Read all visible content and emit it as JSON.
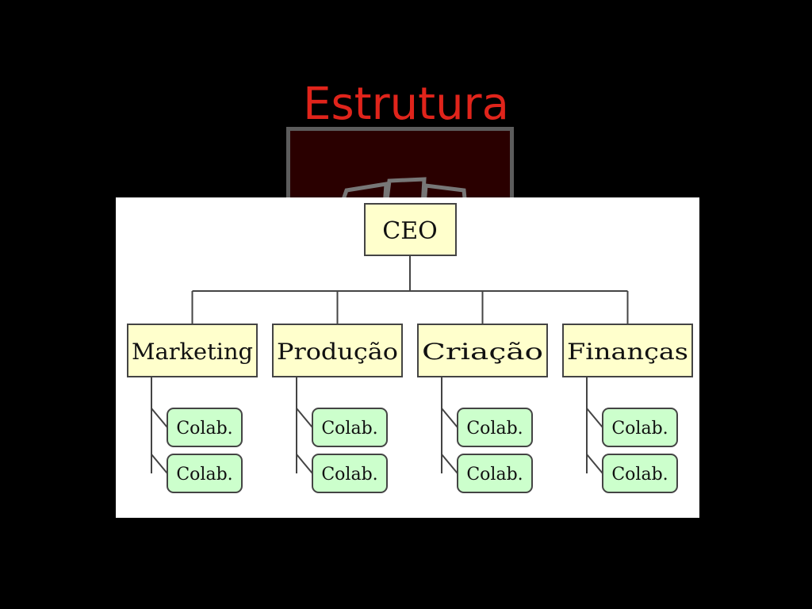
{
  "slide": {
    "title": "Estrutura"
  },
  "org_chart": {
    "root": "CEO",
    "departments": [
      {
        "name": "Marketing",
        "members": [
          "Colab.",
          "Colab."
        ]
      },
      {
        "name": "Produção",
        "members": [
          "Colab.",
          "Colab."
        ]
      },
      {
        "name": "Criação",
        "members": [
          "Colab.",
          "Colab."
        ]
      },
      {
        "name": "Finanças",
        "members": [
          "Colab.",
          "Colab."
        ]
      }
    ]
  },
  "colors": {
    "title": "#e0241b",
    "box_fill": "#ffffcc",
    "member_fill": "#ccffcc",
    "background": "#000000",
    "panel": "#ffffff"
  }
}
